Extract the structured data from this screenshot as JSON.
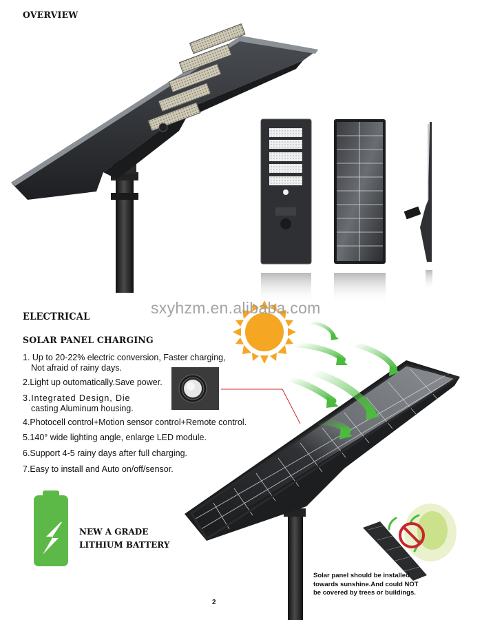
{
  "page": {
    "number": "2",
    "watermark": "sxyhzm.en.alibaba.com"
  },
  "overview": {
    "heading": "OVERVIEW",
    "views": [
      {
        "name": "perspective-view",
        "icon": "solar-street-light-perspective"
      },
      {
        "name": "front-view",
        "icon": "led-module-front"
      },
      {
        "name": "back-view",
        "icon": "solar-panel-back"
      },
      {
        "name": "side-view",
        "icon": "street-light-side"
      }
    ]
  },
  "electrical": {
    "heading": "ELECTRICAL",
    "subheading": "SOLAR PANEL CHARGING",
    "features": [
      {
        "line1": "1. Up to 20-22% electric conversion, Faster charging,",
        "line2": "Not afraid of rainy days."
      },
      {
        "line1": "2.Light up outomatically.Save power."
      },
      {
        "line1": "3.Integrated  Design,  Die",
        "line2": "casting Aluminum housing."
      },
      {
        "line1": "4.Photocell control+Motion sensor control+Remote control."
      },
      {
        "line1": "5.140°  wide lighting angle, enlarge LED module."
      },
      {
        "line1": "6.Support 4-5 rainy days after full charging."
      },
      {
        "line1": "7.Easy to install and Auto on/off/sensor."
      }
    ]
  },
  "battery": {
    "line1": "NEW A GRADE",
    "line2": "LITHIUM BATTERY",
    "icon": "battery-charging-icon",
    "color": "#5cb947"
  },
  "installation_note": {
    "line1": "Solar panel should be installed",
    "line2": "towards sunshine.And could NOT",
    "line3": "be covered by trees or buildings."
  },
  "colors": {
    "sun": "#f5a623",
    "arrow": "#4cbb3f",
    "housing": "#2b2d30",
    "callout_line": "#d0282e",
    "prohibit": "#d0282e"
  }
}
